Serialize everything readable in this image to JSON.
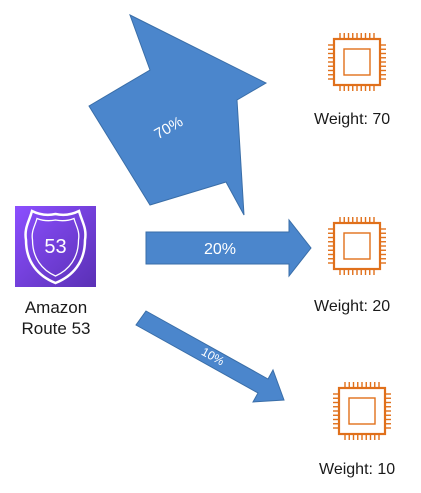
{
  "colors": {
    "arrow_fill": "#4b86cc",
    "arrow_stroke": "#3a6ea8",
    "route53_bg_top": "#8c4fff",
    "route53_bg_bottom": "#5a30b5",
    "instance_orange": "#e0701b"
  },
  "route53": {
    "icon": "route53-shield-icon",
    "badge_text": "53",
    "label_line1": "Amazon",
    "label_line2": "Route 53"
  },
  "routes": [
    {
      "percent_label": "70%",
      "weight": 70,
      "target_label": "Weight: 70",
      "target_icon": "ec2-instance-chip-icon"
    },
    {
      "percent_label": "20%",
      "weight": 20,
      "target_label": "Weight: 20",
      "target_icon": "ec2-instance-chip-icon"
    },
    {
      "percent_label": "10%",
      "weight": 10,
      "target_label": "Weight: 10",
      "target_icon": "ec2-instance-chip-icon"
    }
  ]
}
